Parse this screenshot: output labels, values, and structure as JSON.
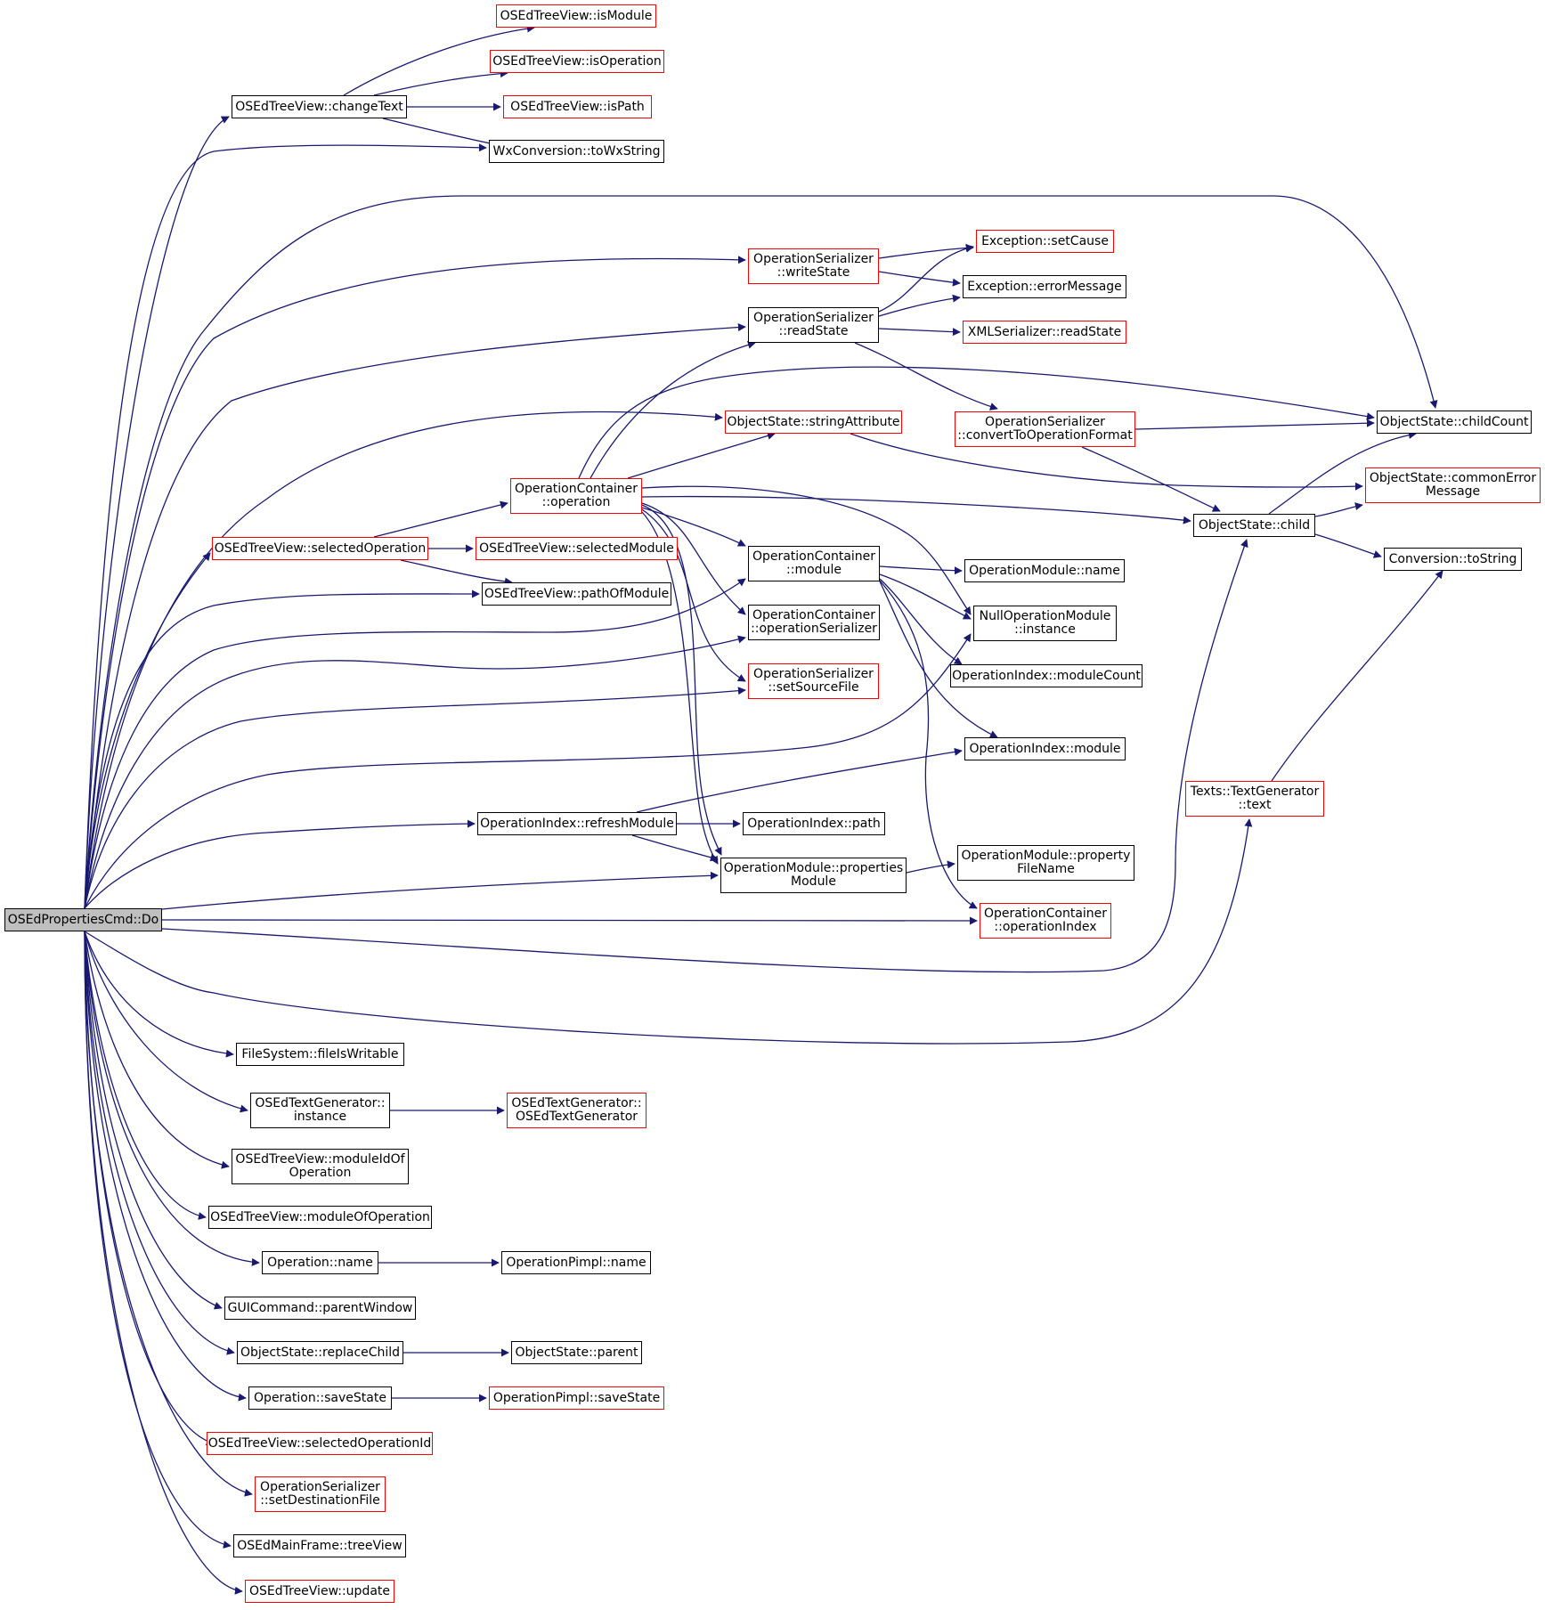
{
  "colors": {
    "edge": "#191970",
    "node_border": "#000000",
    "truncated_border": "#ff0000",
    "root_fill": "#bfbfbf"
  },
  "nodes": [
    {
      "id": "root",
      "label": "OSEdPropertiesCmd::Do",
      "style": "root"
    },
    {
      "id": "isModule",
      "label": "OSEdTreeView::isModule",
      "style": "red"
    },
    {
      "id": "isOperation",
      "label": "OSEdTreeView::isOperation",
      "style": "red"
    },
    {
      "id": "changeText",
      "label": "OSEdTreeView::changeText",
      "style": "black"
    },
    {
      "id": "isPath",
      "label": "OSEdTreeView::isPath",
      "style": "red"
    },
    {
      "id": "toWxString",
      "label": "WxConversion::toWxString",
      "style": "black"
    },
    {
      "id": "setCause",
      "label": "Exception::setCause",
      "style": "red"
    },
    {
      "id": "writeState",
      "label": "OperationSerializer\n::writeState",
      "style": "red"
    },
    {
      "id": "errorMessage",
      "label": "Exception::errorMessage",
      "style": "black"
    },
    {
      "id": "readState",
      "label": "OperationSerializer\n::readState",
      "style": "black"
    },
    {
      "id": "xmlReadState",
      "label": "XMLSerializer::readState",
      "style": "red"
    },
    {
      "id": "stringAttribute",
      "label": "ObjectState::stringAttribute",
      "style": "red"
    },
    {
      "id": "convertToOpFormat",
      "label": "OperationSerializer\n::convertToOperationFormat",
      "style": "red"
    },
    {
      "id": "childCount",
      "label": "ObjectState::childCount",
      "style": "black"
    },
    {
      "id": "commonErrorMessage",
      "label": "ObjectState::commonError\nMessage",
      "style": "red"
    },
    {
      "id": "ocOperation",
      "label": "OperationContainer\n::operation",
      "style": "red"
    },
    {
      "id": "child",
      "label": "ObjectState::child",
      "style": "black"
    },
    {
      "id": "selectedOperation",
      "label": "OSEdTreeView::selectedOperation",
      "style": "red"
    },
    {
      "id": "selectedModule",
      "label": "OSEdTreeView::selectedModule",
      "style": "red"
    },
    {
      "id": "ocModule",
      "label": "OperationContainer\n::module",
      "style": "black"
    },
    {
      "id": "conversionToString",
      "label": "Conversion::toString",
      "style": "black"
    },
    {
      "id": "omName",
      "label": "OperationModule::name",
      "style": "black"
    },
    {
      "id": "pathOfModule",
      "label": "OSEdTreeView::pathOfModule",
      "style": "black"
    },
    {
      "id": "ocOpSerializer",
      "label": "OperationContainer\n::operationSerializer",
      "style": "black"
    },
    {
      "id": "nullOmInstance",
      "label": "NullOperationModule\n::instance",
      "style": "black"
    },
    {
      "id": "moduleCount",
      "label": "OperationIndex::moduleCount",
      "style": "black"
    },
    {
      "id": "setSourceFile",
      "label": "OperationSerializer\n::setSourceFile",
      "style": "red"
    },
    {
      "id": "oiModule",
      "label": "OperationIndex::module",
      "style": "black"
    },
    {
      "id": "textGenText",
      "label": "Texts::TextGenerator\n::text",
      "style": "red"
    },
    {
      "id": "refreshModule",
      "label": "OperationIndex::refreshModule",
      "style": "black"
    },
    {
      "id": "oiPath",
      "label": "OperationIndex::path",
      "style": "black"
    },
    {
      "id": "propFileName",
      "label": "OperationModule::property\nFileName",
      "style": "black"
    },
    {
      "id": "propertiesModule",
      "label": "OperationModule::properties\nModule",
      "style": "black"
    },
    {
      "id": "ocOperationIndex",
      "label": "OperationContainer\n::operationIndex",
      "style": "red"
    },
    {
      "id": "fileIsWritable",
      "label": "FileSystem::fileIsWritable",
      "style": "black"
    },
    {
      "id": "osedTGInstance",
      "label": "OSEdTextGenerator::\ninstance",
      "style": "black"
    },
    {
      "id": "osedTGCtor",
      "label": "OSEdTextGenerator::\nOSEdTextGenerator",
      "style": "red"
    },
    {
      "id": "moduleIdOfOperation",
      "label": "OSEdTreeView::moduleIdOf\nOperation",
      "style": "black"
    },
    {
      "id": "moduleOfOperation",
      "label": "OSEdTreeView::moduleOfOperation",
      "style": "black"
    },
    {
      "id": "operationName",
      "label": "Operation::name",
      "style": "black"
    },
    {
      "id": "pimplName",
      "label": "OperationPimpl::name",
      "style": "black"
    },
    {
      "id": "parentWindow",
      "label": "GUICommand::parentWindow",
      "style": "black"
    },
    {
      "id": "replaceChild",
      "label": "ObjectState::replaceChild",
      "style": "black"
    },
    {
      "id": "osParent",
      "label": "ObjectState::parent",
      "style": "black"
    },
    {
      "id": "opSaveState",
      "label": "Operation::saveState",
      "style": "black"
    },
    {
      "id": "pimplSaveState",
      "label": "OperationPimpl::saveState",
      "style": "red"
    },
    {
      "id": "selectedOperationId",
      "label": "OSEdTreeView::selectedOperationId",
      "style": "red"
    },
    {
      "id": "setDestinationFile",
      "label": "OperationSerializer\n::setDestinationFile",
      "style": "red"
    },
    {
      "id": "treeView",
      "label": "OSEdMainFrame::treeView",
      "style": "black"
    },
    {
      "id": "tvUpdate",
      "label": "OSEdTreeView::update",
      "style": "red"
    }
  ]
}
